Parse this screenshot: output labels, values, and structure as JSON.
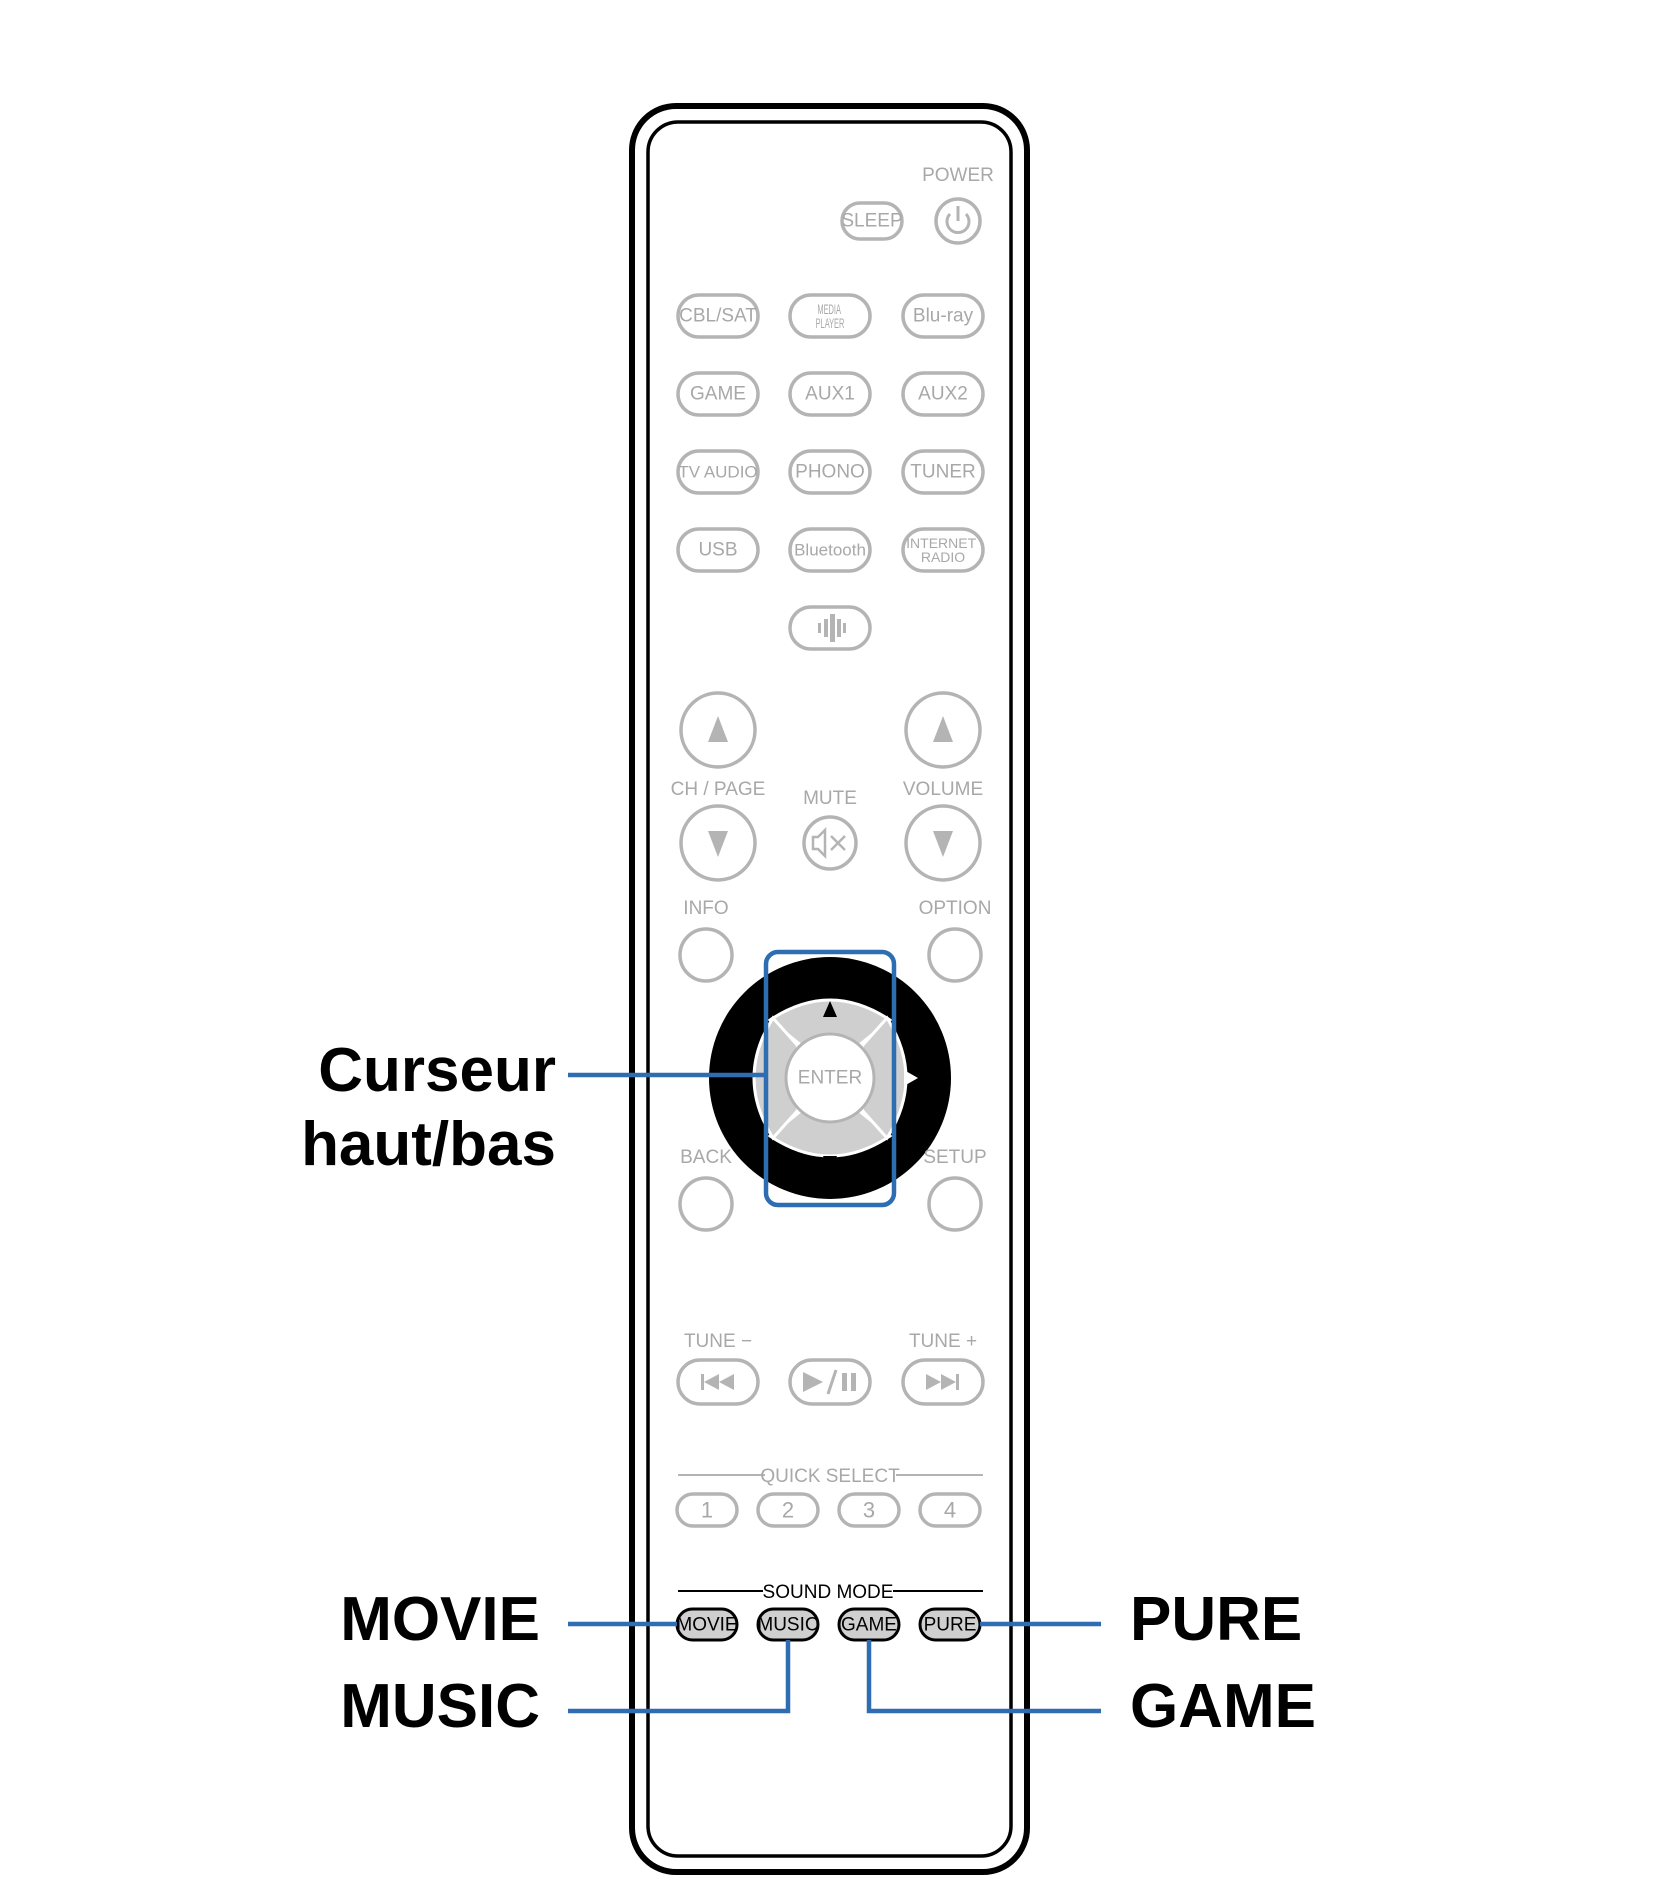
{
  "remote": {
    "power_label": "POWER",
    "sleep_label": "SLEEP",
    "source_buttons": [
      [
        "CBL/SAT",
        "MEDIA PLAYER",
        "Blu-ray"
      ],
      [
        "GAME",
        "AUX1",
        "AUX2"
      ],
      [
        "TV AUDIO",
        "PHONO",
        "TUNER"
      ],
      [
        "USB",
        "Bluetooth",
        "INTERNET RADIO"
      ]
    ],
    "ch_page_label": "CH / PAGE",
    "mute_label": "MUTE",
    "volume_label": "VOLUME",
    "info_label": "INFO",
    "option_label": "OPTION",
    "enter_label": "ENTER",
    "back_label": "BACK",
    "setup_label": "SETUP",
    "tune_minus_label": "TUNE −",
    "tune_plus_label": "TUNE +",
    "quick_select_label": "QUICK SELECT",
    "quick_select_buttons": [
      "1",
      "2",
      "3",
      "4"
    ],
    "sound_mode_label": "SOUND MODE",
    "sound_mode_buttons": [
      "MOVIE",
      "MUSIC",
      "GAME",
      "PURE"
    ]
  },
  "callouts": {
    "cursor_line1": "Curseur",
    "cursor_line2": "haut/bas",
    "movie": "MOVIE",
    "music": "MUSIC",
    "pure": "PURE",
    "game": "GAME"
  },
  "colors": {
    "highlight": "#2f6db3",
    "inactive": "#b4b4b4",
    "outline": "#000000"
  }
}
